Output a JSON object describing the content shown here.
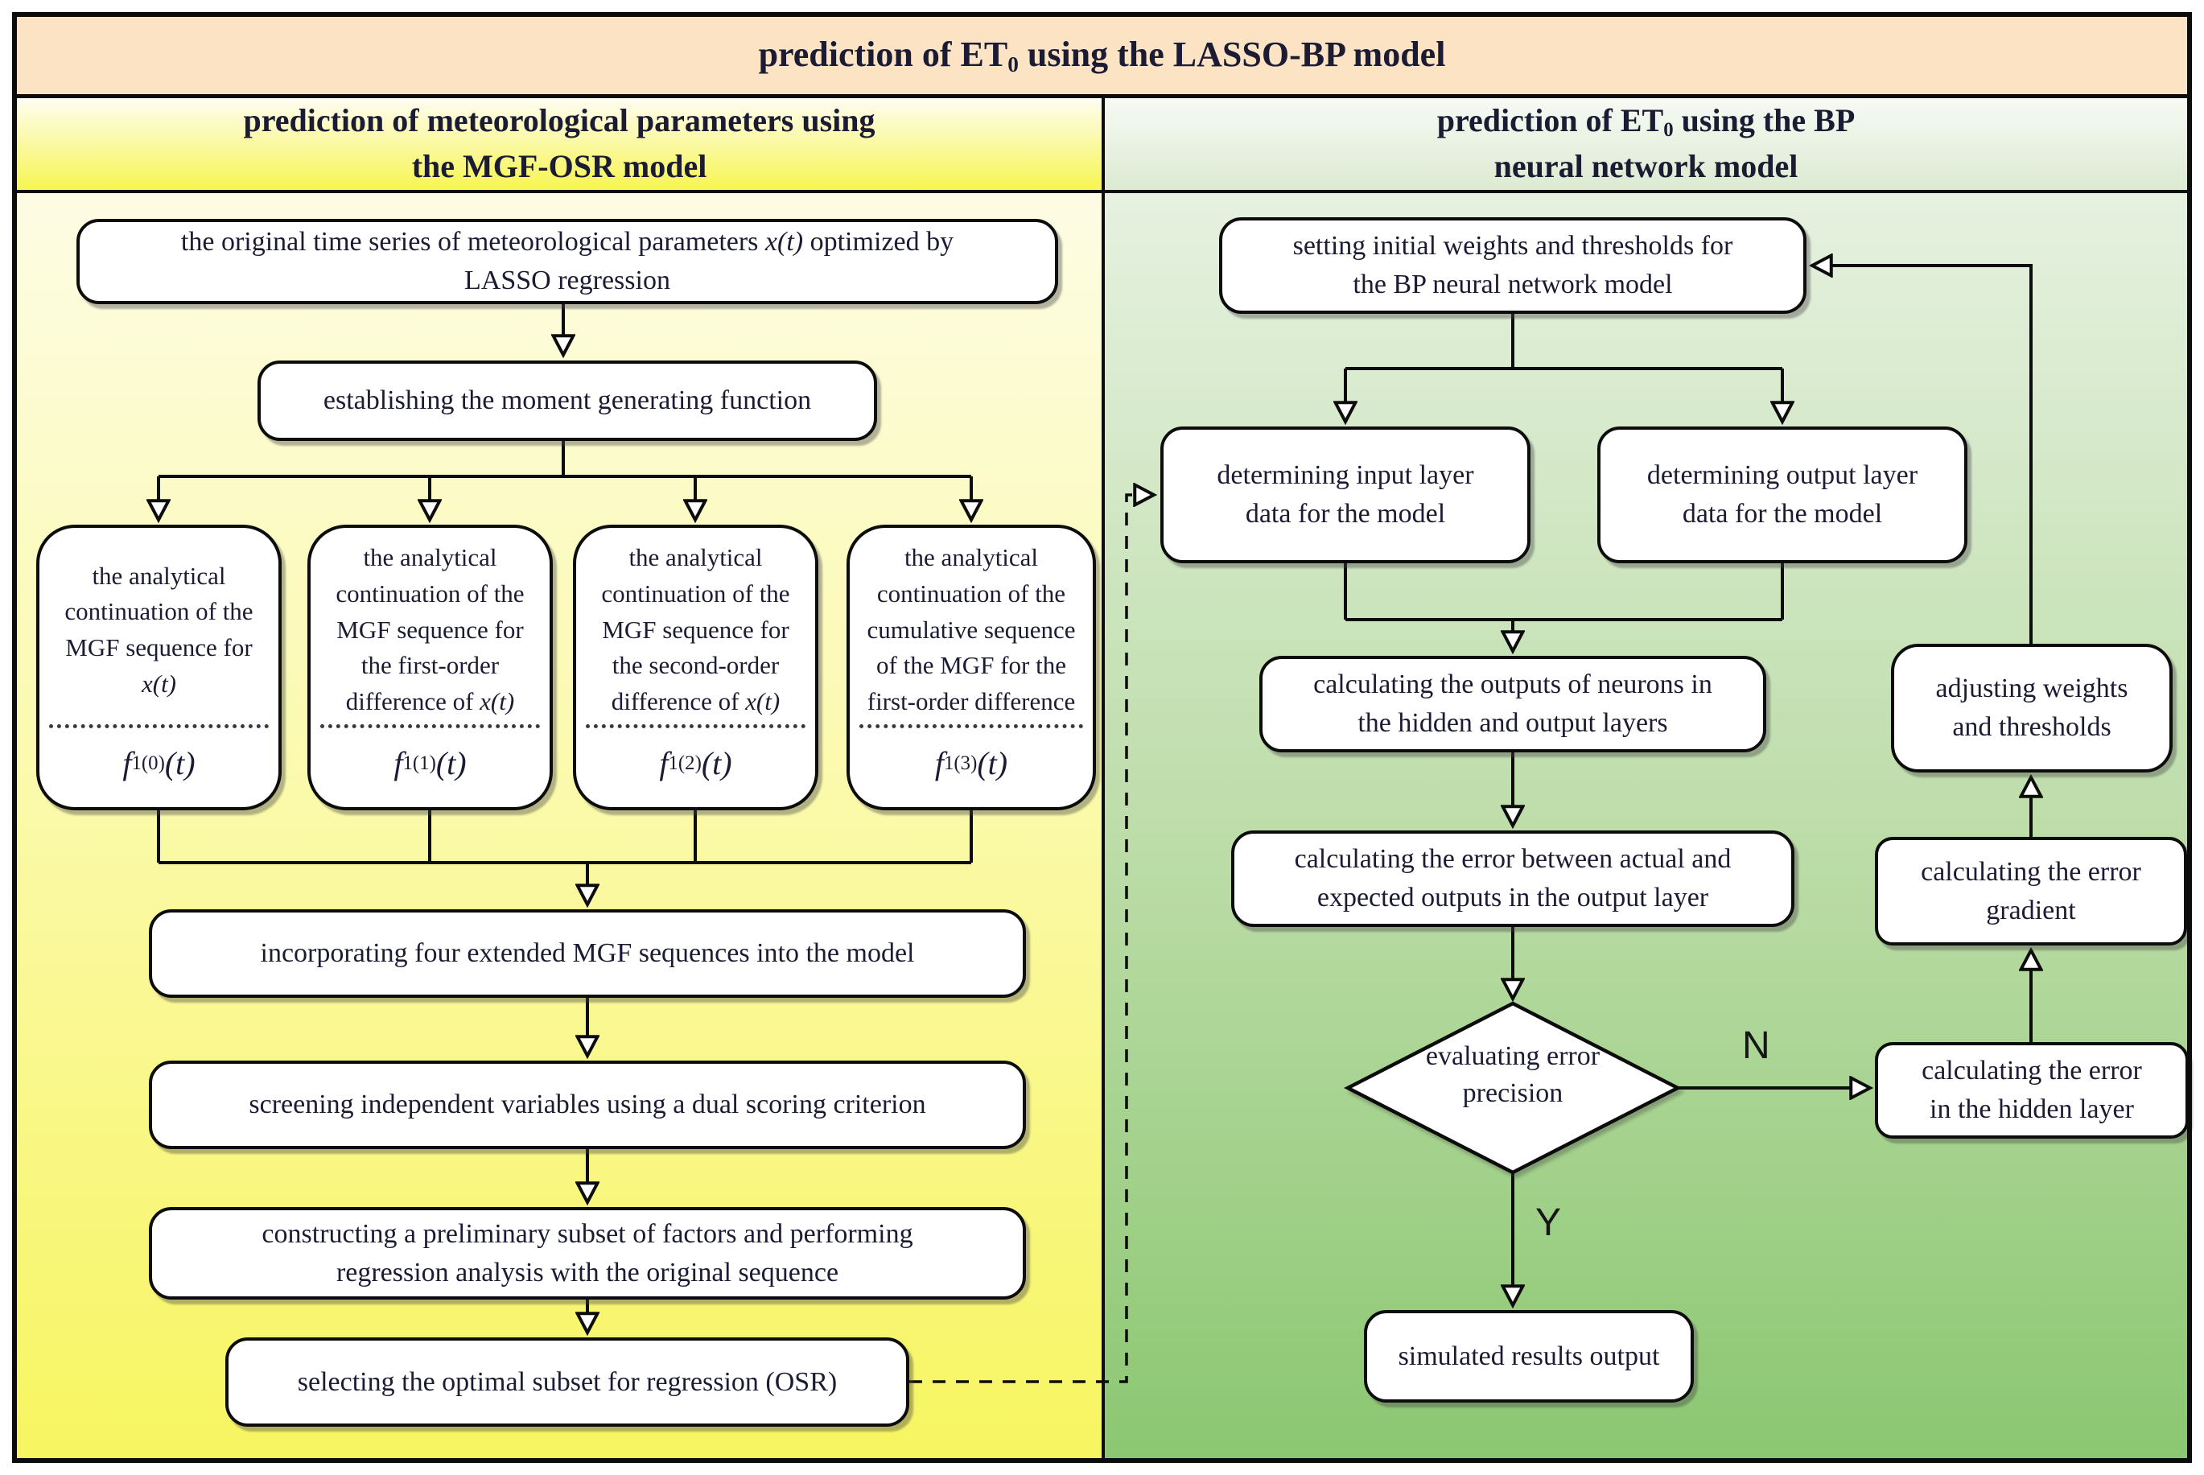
{
  "title": {
    "pre": "prediction of ET",
    "sub": "0",
    "post": " using the LASSO-BP model"
  },
  "left": {
    "header": {
      "line1": "prediction of meteorological parameters using",
      "line2": "the MGF-OSR model"
    },
    "original": {
      "t1": "the original time series of meteorological parameters ",
      "math": "x(t)",
      "t2": " optimized by",
      "line2": "LASSO regression"
    },
    "establish": "establishing the moment generating function",
    "mgf": [
      {
        "text": "the analytical continuation of the MGF sequence for ",
        "math": "x(t)",
        "f": {
          "base": "f",
          "sub": "1",
          "sup": "(0)",
          "arg": "(t)"
        }
      },
      {
        "text": "the analytical continuation of the MGF sequence for the first-order difference of ",
        "math": "x(t)",
        "f": {
          "base": "f",
          "sub": "1",
          "sup": "(1)",
          "arg": "(t)"
        }
      },
      {
        "text": "the analytical continuation of the MGF sequence for the second-order difference of ",
        "math": "x(t)",
        "f": {
          "base": "f",
          "sub": "1",
          "sup": "(2)",
          "arg": "(t)"
        }
      },
      {
        "text": "the analytical continuation of the cumulative sequence of the MGF for the first-order difference",
        "math": "",
        "f": {
          "base": "f",
          "sub": "1",
          "sup": "(3)",
          "arg": "(t)"
        }
      }
    ],
    "incorporating": "incorporating four extended MGF sequences into the model",
    "screening": "screening independent variables using a dual scoring criterion",
    "constructing": {
      "line1": "constructing a preliminary subset of factors and performing",
      "line2": "regression analysis with the original sequence"
    },
    "selecting": "selecting the optimal subset for regression (OSR)"
  },
  "right": {
    "header": {
      "pre": "prediction of ET",
      "sub": "0",
      "post": " using the BP",
      "line2": "neural network model"
    },
    "setting": {
      "line1": "setting initial weights and thresholds for",
      "line2": "the BP neural network model"
    },
    "det_input": {
      "line1": "determining input layer",
      "line2": "data for the model"
    },
    "det_output": {
      "line1": "determining output layer",
      "line2": "data for the model"
    },
    "calc_outputs": {
      "line1": "calculating the outputs of neurons in",
      "line2": "the hidden and output layers"
    },
    "calc_error": {
      "line1": "calculating the error between actual and",
      "line2": "expected outputs in the output layer"
    },
    "decision": {
      "line1": "evaluating error",
      "line2": "precision"
    },
    "labels": {
      "no": "N",
      "yes": "Y"
    },
    "hidden_error": {
      "line1": "calculating the error",
      "line2": "in the hidden layer"
    },
    "gradient": {
      "line1": "calculating the error",
      "line2": "gradient"
    },
    "adjusting": {
      "line1": "adjusting weights",
      "line2": "and thresholds"
    },
    "simulated": "simulated results output"
  },
  "colors": {
    "title_bg": "#fbe3c4",
    "left_header_top": "#fffdf2",
    "left_header_bottom": "#f6f550",
    "left_panel_top": "#fdfce4",
    "left_panel_bottom": "#f7f560",
    "right_header_top": "#f7faf4",
    "right_header_bottom": "#dcead2",
    "right_panel_top": "#e6f1e0",
    "right_panel_bottom": "#8bc771",
    "line": "#0c0c0c",
    "box_bg": "#ffffff",
    "text": "#1b1b33"
  }
}
